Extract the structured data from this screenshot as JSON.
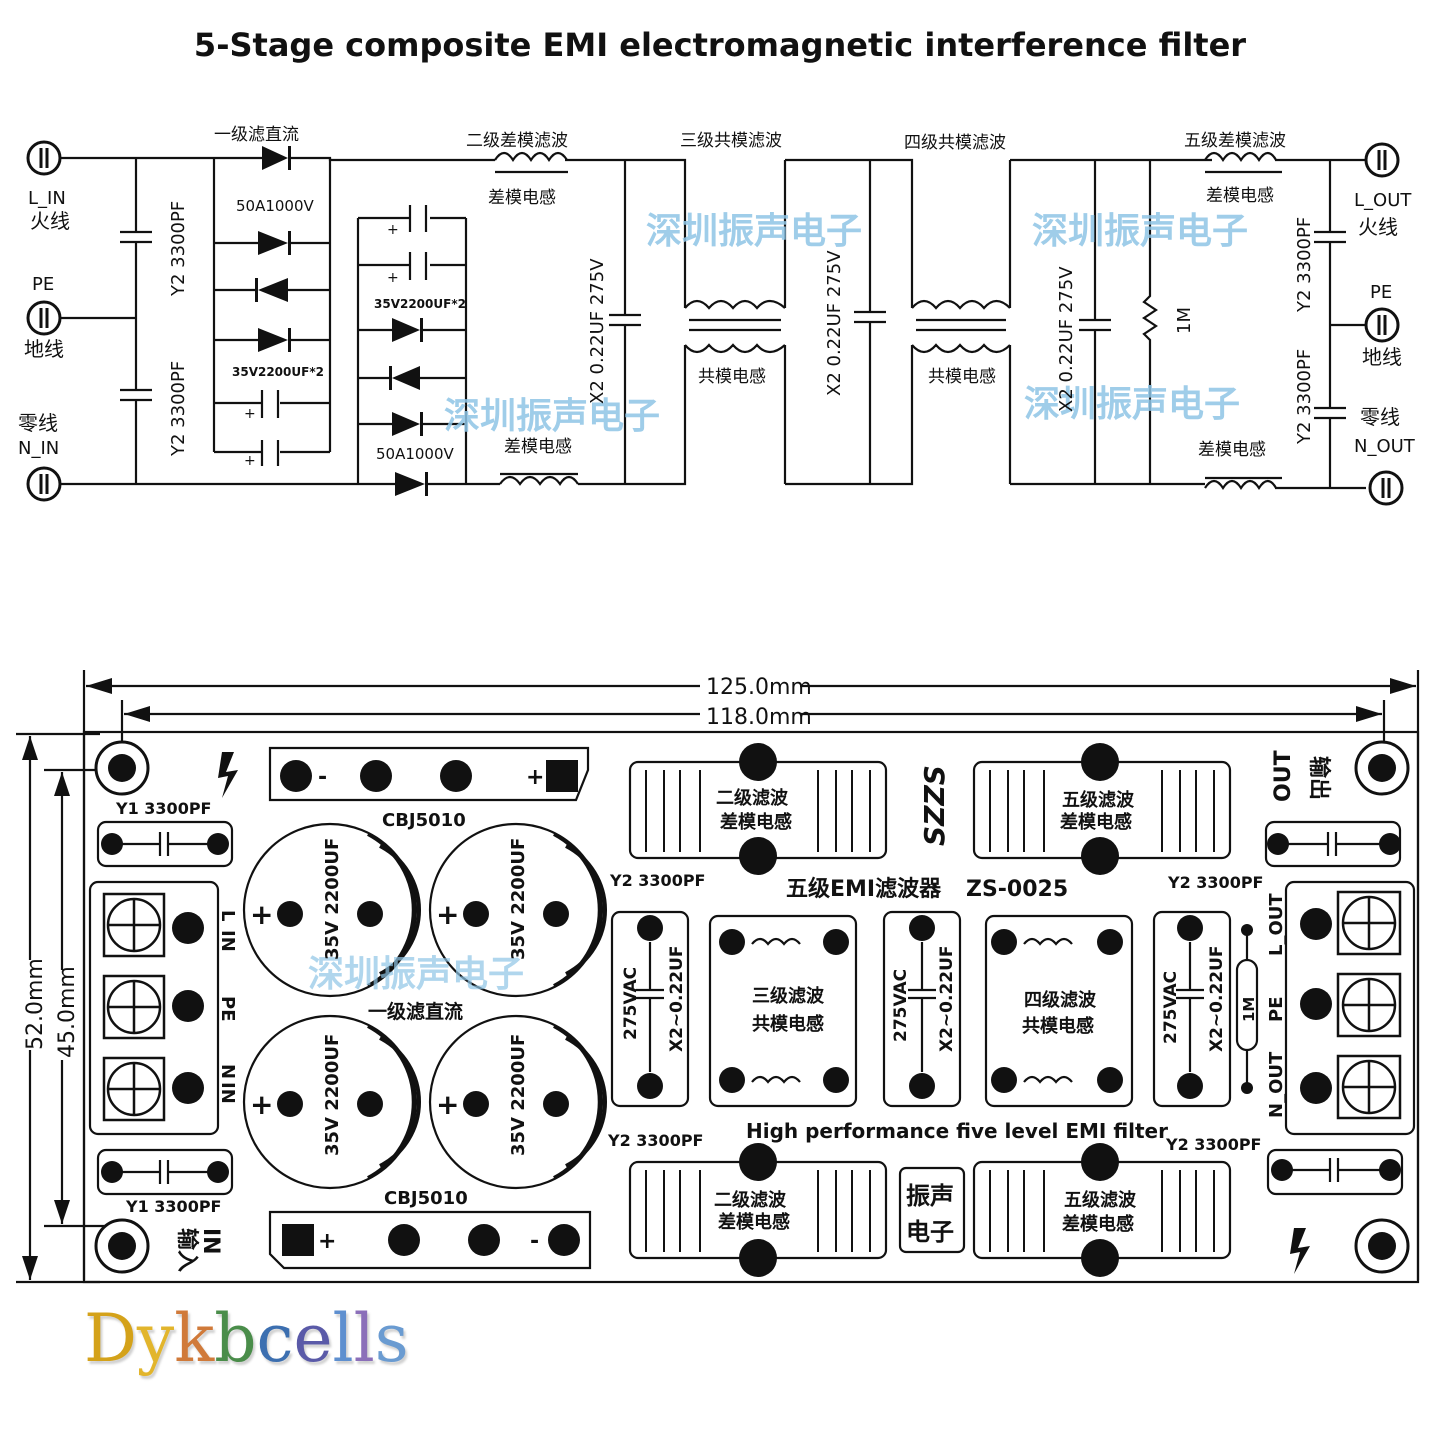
{
  "title": "5-Stage composite EMI electromagnetic interference filter",
  "schematic": {
    "l_in": "L_IN",
    "fire_in": "火线",
    "pe_left": "PE",
    "ground_left": "地线",
    "zero_in": "零线",
    "n_in": "N_IN",
    "stage1": "一级滤直流",
    "diode_rating_top": "50A1000V",
    "diode_rating_bottom": "50A1000V",
    "cap_bank_left": "35V2200UF*2",
    "cap_bank_right": "35V2200UF*2",
    "y2_top_left": "Y2 3300PF",
    "y2_bottom_left": "Y2 3300PF",
    "stage2": "二级差模滤波",
    "dm_inductor_top": "差模电感",
    "dm_inductor_bottom": "差模电感",
    "x2_stage2": "X2 0.22UF 275V",
    "stage3": "三级共模滤波",
    "cm_inductor3": "共模电感",
    "x2_stage3": "X2 0.22UF 275V",
    "stage4": "四级共模滤波",
    "cm_inductor4": "共模电感",
    "x2_stage4": "X2 0.22UF 275V",
    "resistor": "1M",
    "stage5": "五级差模滤波",
    "dm_inductor5_top": "差模电感",
    "dm_inductor5_bottom": "差模电感",
    "y2_top_right": "Y2 3300PF",
    "y2_bottom_right": "Y2 3300PF",
    "l_out": "L_OUT",
    "fire_out": "火线",
    "pe_right": "PE",
    "ground_right": "地线",
    "zero_out": "零线",
    "n_out": "N_OUT",
    "watermark": "深圳振声电子"
  },
  "board": {
    "dim_outer": "125.0mm",
    "dim_inner": "118.0mm",
    "dim_height_outer": "52.0mm",
    "dim_height_inner": "45.0mm",
    "y1_top": "Y1 3300PF",
    "y1_bottom": "Y1 3300PF",
    "bridge_top": "CBJ5010",
    "bridge_bottom": "CBJ5010",
    "bridge_minus": "-",
    "bridge_plus": "+",
    "cap_label": "35V 2200UF",
    "cap_plus": "+",
    "stage1": "一级滤直流",
    "term_l": "L",
    "term_in": "IN",
    "term_pe": "PE",
    "term_n": "N",
    "term_in2": "IN",
    "term_l_out": "L_OUT",
    "term_pe_out": "PE",
    "term_n_out": "N_OUT",
    "in_cn": "输入",
    "in_en": "IN",
    "out_cn": "输出",
    "out_en": "OUT",
    "logo": "SZZS",
    "model_cn": "五级EMI滤波器",
    "model": "ZS-0025",
    "slogan": "High performance five level EMI filter",
    "y2_a": "Y2 3300PF",
    "y2_b": "Y2 3300PF",
    "y2_c": "Y2 3300PF",
    "y2_d": "Y2 3300PF",
    "stage2_line1": "二级滤波",
    "stage2_line2": "差模电感",
    "stage5_line1": "五级滤波",
    "stage5_line2": "差模电感",
    "stage3_line1": "三级滤波",
    "stage3_line2": "共模电感",
    "stage4_line1": "四级滤波",
    "stage4_line2": "共模电感",
    "x2_vac": "275VAC",
    "x2_val": "X2~0.22UF",
    "resistor": "1M",
    "maker_line1": "振声",
    "maker_line2": "电子",
    "watermark": "深圳振声电子"
  },
  "brand": "Dykbcells",
  "colors": {
    "line": "#111111",
    "watermark": "#8fc5e6",
    "brand": [
      "#d4a21a",
      "#e2b52c",
      "#d07a3a",
      "#4a8d4a",
      "#3c6fb0",
      "#5a5aa8",
      "#5e8fcf",
      "#8b6fb9",
      "#6a9bd1"
    ]
  }
}
